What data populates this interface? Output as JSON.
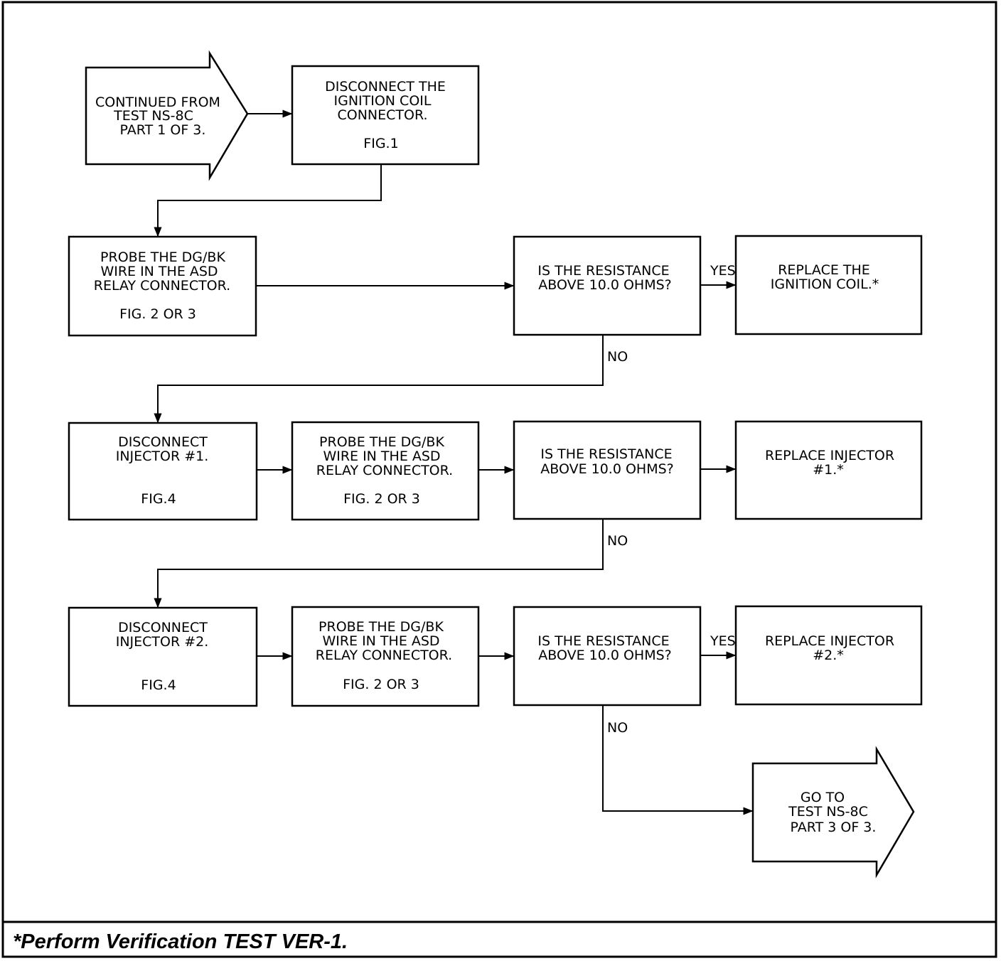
{
  "start": {
    "lines": [
      "CONTINUED FROM",
      "TEST NS-8C",
      "PART 1 OF 3."
    ]
  },
  "step1": {
    "lines": [
      "DISCONNECT THE",
      "IGNITION COIL",
      "CONNECTOR."
    ],
    "fig": "FIG.1"
  },
  "row1": {
    "probe": {
      "lines": [
        "PROBE THE DG/BK",
        "WIRE IN THE ASD",
        "RELAY CONNECTOR."
      ],
      "fig": "FIG. 2 OR 3"
    },
    "decision": {
      "lines": [
        "IS THE RESISTANCE",
        "ABOVE 10.0 OHMS?"
      ]
    },
    "replace": {
      "lines": [
        "REPLACE THE",
        "IGNITION COIL.*"
      ]
    },
    "yes": "YES",
    "no": "NO"
  },
  "row2": {
    "disconnect": {
      "lines": [
        "DISCONNECT",
        "INJECTOR #1."
      ],
      "fig": "FIG.4"
    },
    "probe": {
      "lines": [
        "PROBE THE DG/BK",
        "WIRE IN THE ASD",
        "RELAY CONNECTOR."
      ],
      "fig": "FIG. 2 OR 3"
    },
    "decision": {
      "lines": [
        "IS THE RESISTANCE",
        "ABOVE 10.0 OHMS?"
      ]
    },
    "replace": {
      "lines": [
        "REPLACE INJECTOR",
        "#1.*"
      ]
    },
    "no": "NO"
  },
  "row3": {
    "disconnect": {
      "lines": [
        "DISCONNECT",
        "INJECTOR #2."
      ],
      "fig": "FIG.4"
    },
    "probe": {
      "lines": [
        "PROBE THE DG/BK",
        "WIRE IN THE ASD",
        "RELAY CONNECTOR."
      ],
      "fig": "FIG. 2 OR 3"
    },
    "decision": {
      "lines": [
        "IS THE RESISTANCE",
        "ABOVE 10.0 OHMS?"
      ]
    },
    "replace": {
      "lines": [
        "REPLACE INJECTOR",
        "#2.*"
      ]
    },
    "yes": "YES",
    "no": "NO"
  },
  "end": {
    "lines": [
      "GO TO",
      "TEST NS-8C",
      "PART 3 OF 3."
    ]
  },
  "footnote": "*Perform Verification TEST VER-1."
}
